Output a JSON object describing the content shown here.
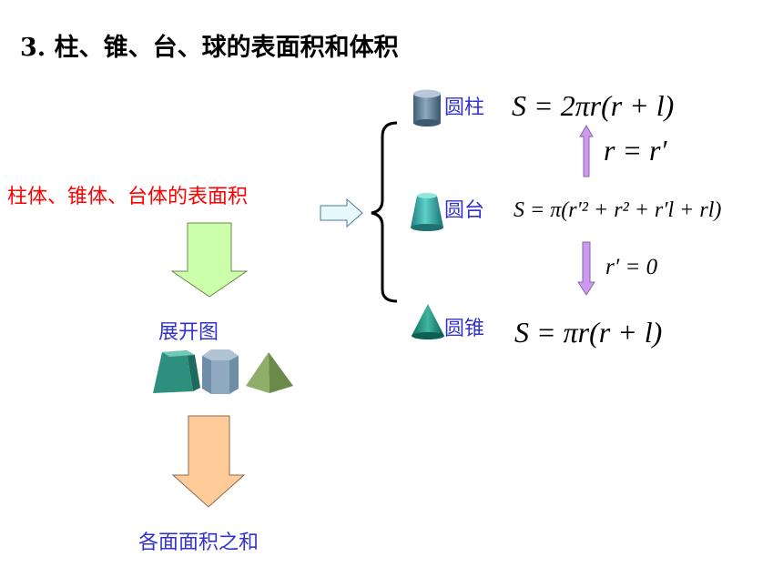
{
  "title": "3. 柱、锥、台、球的表面积和体积",
  "main_label": "柱体、锥体、台体的表面积",
  "unfold_label": "展开图",
  "sum_label": "各面面积之和",
  "shapes": {
    "cylinder": {
      "label": "圆柱",
      "formula": "S = 2πr(r + l)"
    },
    "frustum": {
      "label": "圆台",
      "formula": "S = π(r′² + r² + r′l + rl)"
    },
    "cone": {
      "label": "圆锥",
      "formula": "S = πr(r + l)"
    }
  },
  "conditions": {
    "cyl_to_frustum": "r = r′",
    "frustum_to_cone": "r′ = 0"
  },
  "colors": {
    "red": "#ff0000",
    "blue": "#3333cc",
    "green_arrow": "#ccffaa",
    "orange_arrow": "#ffcc99",
    "violet_arrow": "#cc99ee",
    "teal": "#339999",
    "slate": "#5f7f99"
  }
}
